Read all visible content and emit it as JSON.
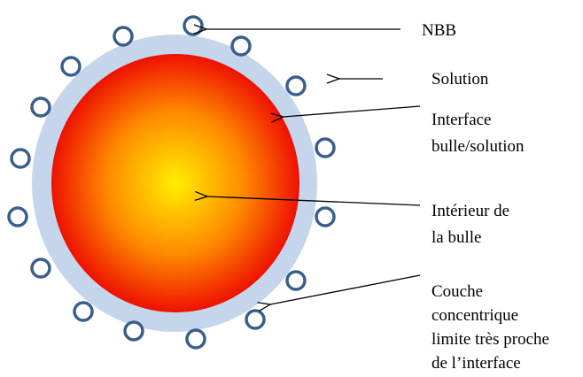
{
  "labels": {
    "nbb": "NBB",
    "solution": "Solution",
    "interface_line1": "Interface",
    "interface_line2": "bulle/solution",
    "interior_line1": "Intérieur de",
    "interior_line2": "la bulle",
    "layer_line1": "Couche",
    "layer_line2": "concentrique",
    "layer_line3": "limite très proche",
    "layer_line4": "de l’interface"
  },
  "colors": {
    "solution_layer": "#c5d6ec",
    "bubble_center": "#ffee00",
    "bubble_mid": "#ff8a00",
    "bubble_edge": "#ee1100",
    "particle_stroke": "#3a5e8c",
    "particle_fill": "#ffffff",
    "arrow": "#000000"
  },
  "particle_count": 16
}
